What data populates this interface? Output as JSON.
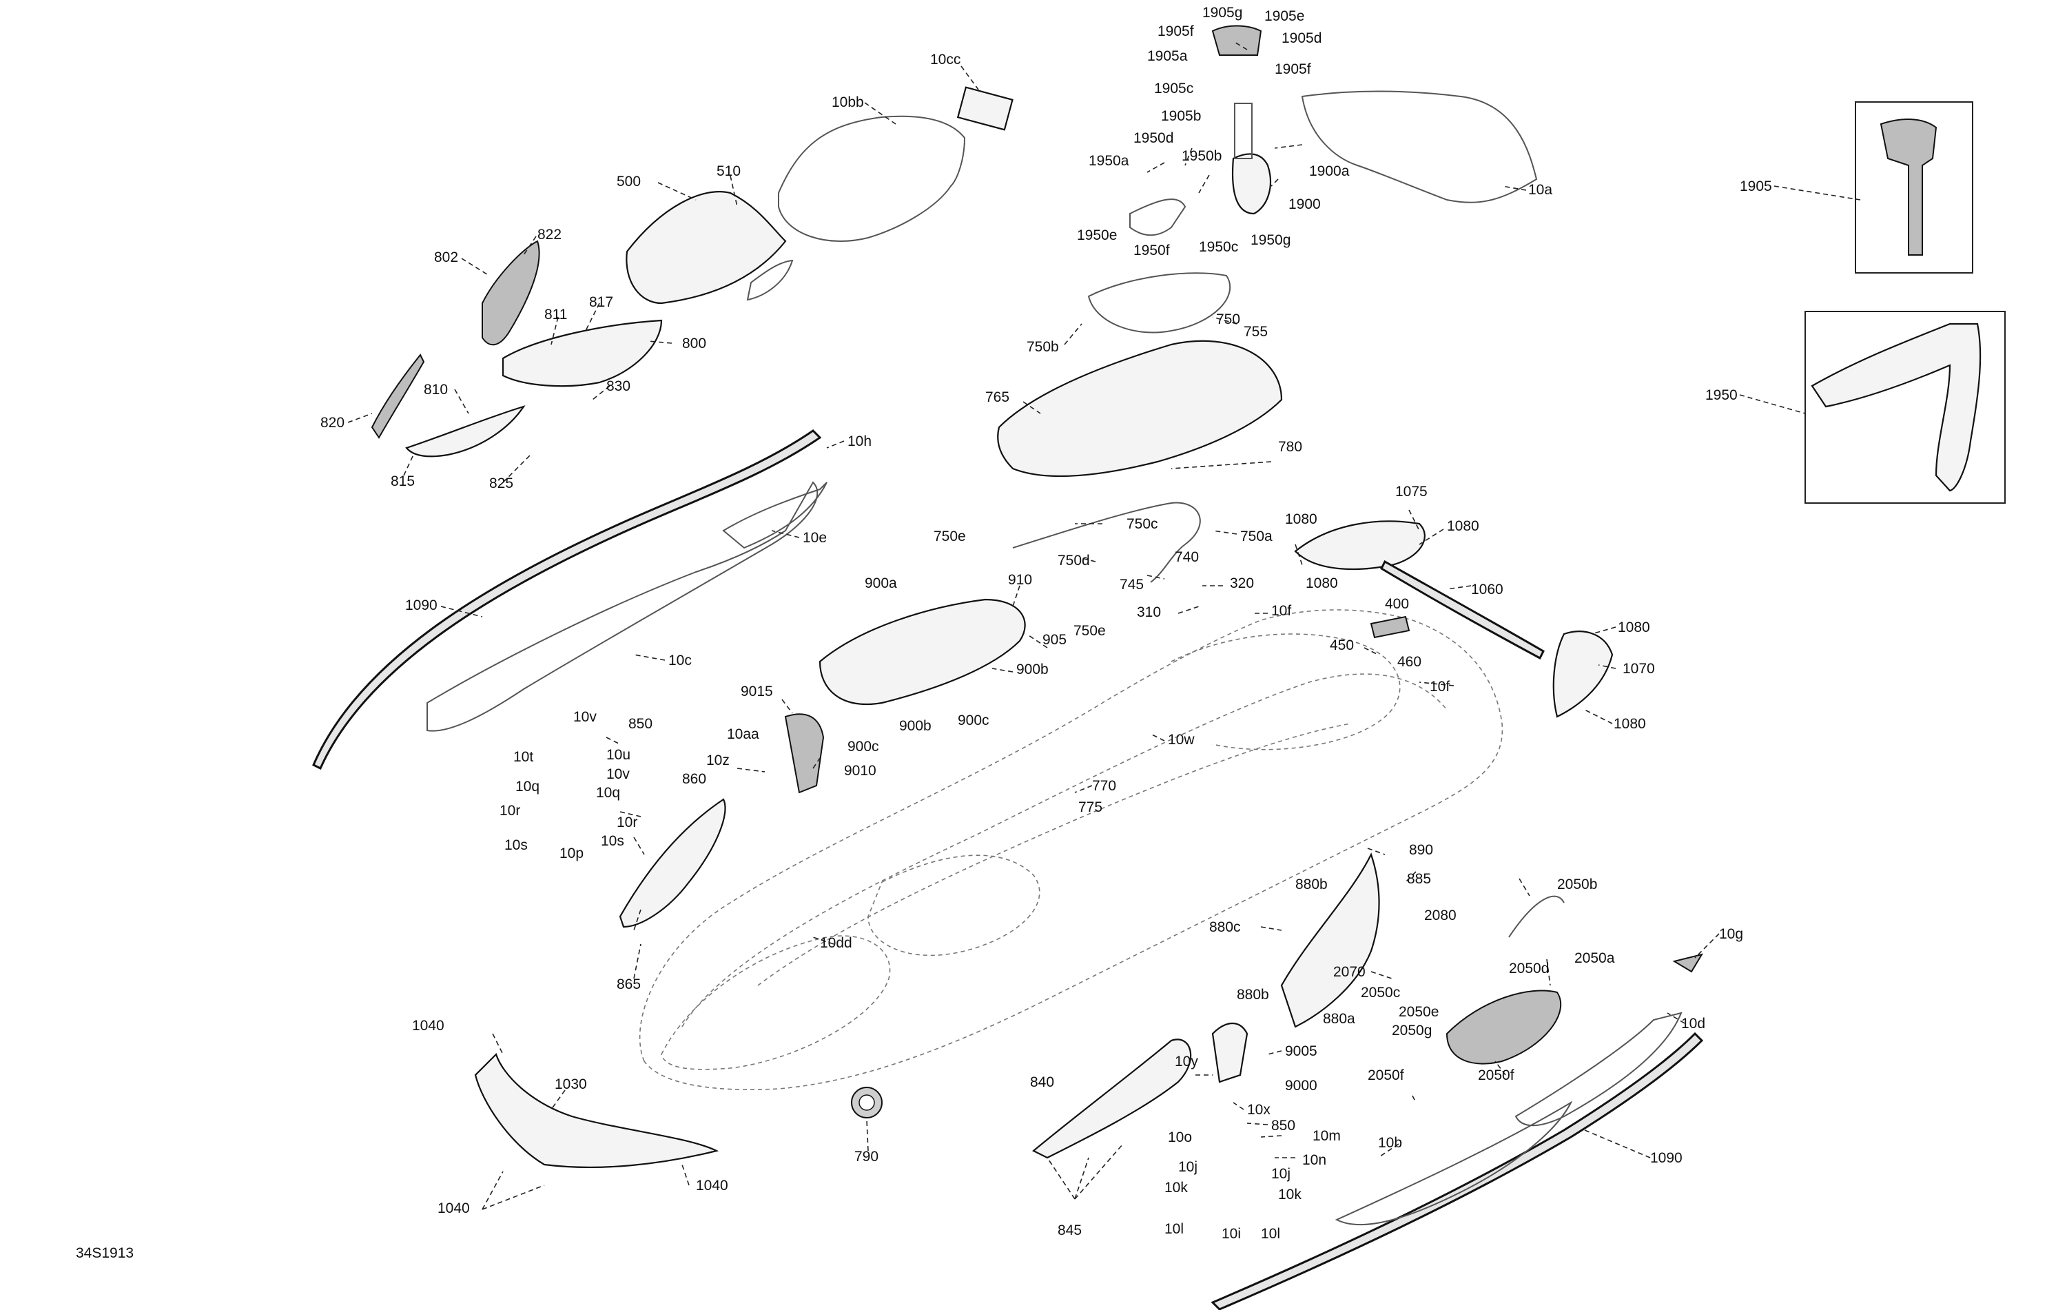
{
  "drawing_number": "34S1913",
  "callouts": [
    {
      "id": "l_10cc",
      "text": "10cc"
    },
    {
      "id": "l_10bb",
      "text": "10bb"
    },
    {
      "id": "l_500",
      "text": "500"
    },
    {
      "id": "l_510",
      "text": "510"
    },
    {
      "id": "l_802",
      "text": "802"
    },
    {
      "id": "l_822",
      "text": "822"
    },
    {
      "id": "l_811",
      "text": "811"
    },
    {
      "id": "l_817",
      "text": "817"
    },
    {
      "id": "l_800",
      "text": "800"
    },
    {
      "id": "l_830",
      "text": "830"
    },
    {
      "id": "l_810",
      "text": "810"
    },
    {
      "id": "l_820",
      "text": "820"
    },
    {
      "id": "l_815",
      "text": "815"
    },
    {
      "id": "l_825",
      "text": "825"
    },
    {
      "id": "l_10h",
      "text": "10h"
    },
    {
      "id": "l_10e",
      "text": "10e"
    },
    {
      "id": "l_1090a",
      "text": "1090"
    },
    {
      "id": "l_10c",
      "text": "10c"
    },
    {
      "id": "l_1905g",
      "text": "1905g"
    },
    {
      "id": "l_1905e",
      "text": "1905e"
    },
    {
      "id": "l_1905f_a",
      "text": "1905f"
    },
    {
      "id": "l_1905d",
      "text": "1905d"
    },
    {
      "id": "l_1905a",
      "text": "1905a"
    },
    {
      "id": "l_1905f_b",
      "text": "1905f"
    },
    {
      "id": "l_1905c",
      "text": "1905c"
    },
    {
      "id": "l_1905b",
      "text": "1905b"
    },
    {
      "id": "l_1950d",
      "text": "1950d"
    },
    {
      "id": "l_1950a",
      "text": "1950a"
    },
    {
      "id": "l_1950b",
      "text": "1950b"
    },
    {
      "id": "l_1900a",
      "text": "1900a"
    },
    {
      "id": "l_1900",
      "text": "1900"
    },
    {
      "id": "l_1950e",
      "text": "1950e"
    },
    {
      "id": "l_1950c",
      "text": "1950c"
    },
    {
      "id": "l_1950g",
      "text": "1950g"
    },
    {
      "id": "l_1950f",
      "text": "1950f"
    },
    {
      "id": "l_10a",
      "text": "10a"
    },
    {
      "id": "l_755",
      "text": "755"
    },
    {
      "id": "l_750b",
      "text": "750b"
    },
    {
      "id": "l_750",
      "text": "750"
    },
    {
      "id": "l_765",
      "text": "765"
    },
    {
      "id": "l_780",
      "text": "780"
    },
    {
      "id": "l_750c",
      "text": "750c"
    },
    {
      "id": "l_750e_a",
      "text": "750e"
    },
    {
      "id": "l_750a",
      "text": "750a"
    },
    {
      "id": "l_750d",
      "text": "750d"
    },
    {
      "id": "l_740",
      "text": "740"
    },
    {
      "id": "l_745",
      "text": "745"
    },
    {
      "id": "l_320",
      "text": "320"
    },
    {
      "id": "l_750e_b",
      "text": "750e"
    },
    {
      "id": "l_310",
      "text": "310"
    },
    {
      "id": "l_10f_a",
      "text": "10f"
    },
    {
      "id": "l_900a",
      "text": "900a"
    },
    {
      "id": "l_910",
      "text": "910"
    },
    {
      "id": "l_905",
      "text": "905"
    },
    {
      "id": "l_900b_a",
      "text": "900b"
    },
    {
      "id": "l_900b_b",
      "text": "900b"
    },
    {
      "id": "l_900c_a",
      "text": "900c"
    },
    {
      "id": "l_900c_b",
      "text": "900c"
    },
    {
      "id": "l_9015",
      "text": "9015"
    },
    {
      "id": "l_10aa",
      "text": "10aa"
    },
    {
      "id": "l_9010",
      "text": "9010"
    },
    {
      "id": "l_10z",
      "text": "10z"
    },
    {
      "id": "l_10v_a",
      "text": "10v"
    },
    {
      "id": "l_850_a",
      "text": "850"
    },
    {
      "id": "l_10t",
      "text": "10t"
    },
    {
      "id": "l_10u",
      "text": "10u"
    },
    {
      "id": "l_10v_b",
      "text": "10v"
    },
    {
      "id": "l_10q_a",
      "text": "10q"
    },
    {
      "id": "l_10q_b",
      "text": "10q"
    },
    {
      "id": "l_10r_a",
      "text": "10r"
    },
    {
      "id": "l_10r_b",
      "text": "10r"
    },
    {
      "id": "l_10s_a",
      "text": "10s"
    },
    {
      "id": "l_10s_b",
      "text": "10s"
    },
    {
      "id": "l_10p",
      "text": "10p"
    },
    {
      "id": "l_860",
      "text": "860"
    },
    {
      "id": "l_865",
      "text": "865"
    },
    {
      "id": "l_10dd",
      "text": "10dd"
    },
    {
      "id": "l_10w",
      "text": "10w"
    },
    {
      "id": "l_770",
      "text": "770"
    },
    {
      "id": "l_775",
      "text": "775"
    },
    {
      "id": "l_1075",
      "text": "1075"
    },
    {
      "id": "l_1080_a",
      "text": "1080"
    },
    {
      "id": "l_1080_b",
      "text": "1080"
    },
    {
      "id": "l_1080_c",
      "text": "1080"
    },
    {
      "id": "l_1060",
      "text": "1060"
    },
    {
      "id": "l_400",
      "text": "400"
    },
    {
      "id": "l_450",
      "text": "450"
    },
    {
      "id": "l_460",
      "text": "460"
    },
    {
      "id": "l_10f_b",
      "text": "10f"
    },
    {
      "id": "l_1080_d",
      "text": "1080"
    },
    {
      "id": "l_1070",
      "text": "1070"
    },
    {
      "id": "l_1080_e",
      "text": "1080"
    },
    {
      "id": "l_1905_inset",
      "text": "1905"
    },
    {
      "id": "l_1950_inset",
      "text": "1950"
    },
    {
      "id": "l_890",
      "text": "890"
    },
    {
      "id": "l_880b_a",
      "text": "880b"
    },
    {
      "id": "l_885",
      "text": "885"
    },
    {
      "id": "l_2050b",
      "text": "2050b"
    },
    {
      "id": "l_2080",
      "text": "2080"
    },
    {
      "id": "l_880c",
      "text": "880c"
    },
    {
      "id": "l_10g",
      "text": "10g"
    },
    {
      "id": "l_2070",
      "text": "2070"
    },
    {
      "id": "l_2050a",
      "text": "2050a"
    },
    {
      "id": "l_2050d",
      "text": "2050d"
    },
    {
      "id": "l_880b_b",
      "text": "880b"
    },
    {
      "id": "l_2050c",
      "text": "2050c"
    },
    {
      "id": "l_880a",
      "text": "880a"
    },
    {
      "id": "l_2050e",
      "text": "2050e"
    },
    {
      "id": "l_10d",
      "text": "10d"
    },
    {
      "id": "l_2050g",
      "text": "2050g"
    },
    {
      "id": "l_2050f_a",
      "text": "2050f"
    },
    {
      "id": "l_2050f_b",
      "text": "2050f"
    },
    {
      "id": "l_9005",
      "text": "9005"
    },
    {
      "id": "l_10y",
      "text": "10y"
    },
    {
      "id": "l_9000",
      "text": "9000"
    },
    {
      "id": "l_840",
      "text": "840"
    },
    {
      "id": "l_10x",
      "text": "10x"
    },
    {
      "id": "l_850_b",
      "text": "850"
    },
    {
      "id": "l_10o",
      "text": "10o"
    },
    {
      "id": "l_10m",
      "text": "10m"
    },
    {
      "id": "l_10n",
      "text": "10n"
    },
    {
      "id": "l_10j_a",
      "text": "10j"
    },
    {
      "id": "l_10j_b",
      "text": "10j"
    },
    {
      "id": "l_10k_a",
      "text": "10k"
    },
    {
      "id": "l_10k_b",
      "text": "10k"
    },
    {
      "id": "l_10l_a",
      "text": "10l"
    },
    {
      "id": "l_10i",
      "text": "10i"
    },
    {
      "id": "l_10l_b",
      "text": "10l"
    },
    {
      "id": "l_845",
      "text": "845"
    },
    {
      "id": "l_10b",
      "text": "10b"
    },
    {
      "id": "l_1090b",
      "text": "1090"
    },
    {
      "id": "l_1040_a",
      "text": "1040"
    },
    {
      "id": "l_1030",
      "text": "1030"
    },
    {
      "id": "l_1040_b",
      "text": "1040"
    },
    {
      "id": "l_1040_c",
      "text": "1040"
    },
    {
      "id": "l_790",
      "text": "790"
    }
  ]
}
